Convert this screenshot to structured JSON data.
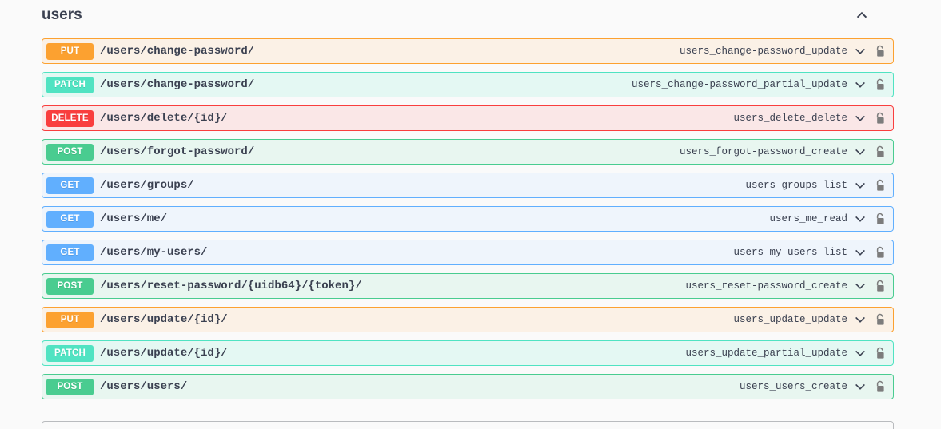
{
  "page": {
    "background_color": "#fafafa",
    "text_color": "#3b4151"
  },
  "tag_section": {
    "title": "users",
    "collapse_icon": "chevron-up-icon",
    "expanded": true
  },
  "method_colors": {
    "get": "#61affe",
    "post": "#49cc90",
    "put": "#fca130",
    "delete": "#f93e3e",
    "patch": "#50e3c2"
  },
  "operations": [
    {
      "method": "PUT",
      "method_class": "op-put",
      "path": "/users/change-password/",
      "operation_id": "users_change-password_update",
      "expand_icon": "chevron-down-icon",
      "auth_icon": "unlocked-padlock-icon"
    },
    {
      "method": "PATCH",
      "method_class": "op-patch",
      "path": "/users/change-password/",
      "operation_id": "users_change-password_partial_update",
      "expand_icon": "chevron-down-icon",
      "auth_icon": "unlocked-padlock-icon"
    },
    {
      "method": "DELETE",
      "method_class": "op-delete",
      "path": "/users/delete/{id}/",
      "operation_id": "users_delete_delete",
      "expand_icon": "chevron-down-icon",
      "auth_icon": "unlocked-padlock-icon"
    },
    {
      "method": "POST",
      "method_class": "op-post",
      "path": "/users/forgot-password/",
      "operation_id": "users_forgot-password_create",
      "expand_icon": "chevron-down-icon",
      "auth_icon": "unlocked-padlock-icon"
    },
    {
      "method": "GET",
      "method_class": "op-get",
      "path": "/users/groups/",
      "operation_id": "users_groups_list",
      "expand_icon": "chevron-down-icon",
      "auth_icon": "unlocked-padlock-icon"
    },
    {
      "method": "GET",
      "method_class": "op-get",
      "path": "/users/me/",
      "operation_id": "users_me_read",
      "expand_icon": "chevron-down-icon",
      "auth_icon": "unlocked-padlock-icon"
    },
    {
      "method": "GET",
      "method_class": "op-get",
      "path": "/users/my-users/",
      "operation_id": "users_my-users_list",
      "expand_icon": "chevron-down-icon",
      "auth_icon": "unlocked-padlock-icon"
    },
    {
      "method": "POST",
      "method_class": "op-post",
      "path": "/users/reset-password/{uidb64}/{token}/",
      "operation_id": "users_reset-password_create",
      "expand_icon": "chevron-down-icon",
      "auth_icon": "unlocked-padlock-icon"
    },
    {
      "method": "PUT",
      "method_class": "op-put",
      "path": "/users/update/{id}/",
      "operation_id": "users_update_update",
      "expand_icon": "chevron-down-icon",
      "auth_icon": "unlocked-padlock-icon"
    },
    {
      "method": "PATCH",
      "method_class": "op-patch",
      "path": "/users/update/{id}/",
      "operation_id": "users_update_partial_update",
      "expand_icon": "chevron-down-icon",
      "auth_icon": "unlocked-padlock-icon"
    },
    {
      "method": "POST",
      "method_class": "op-post",
      "path": "/users/users/",
      "operation_id": "users_users_create",
      "expand_icon": "chevron-down-icon",
      "auth_icon": "unlocked-padlock-icon"
    }
  ]
}
